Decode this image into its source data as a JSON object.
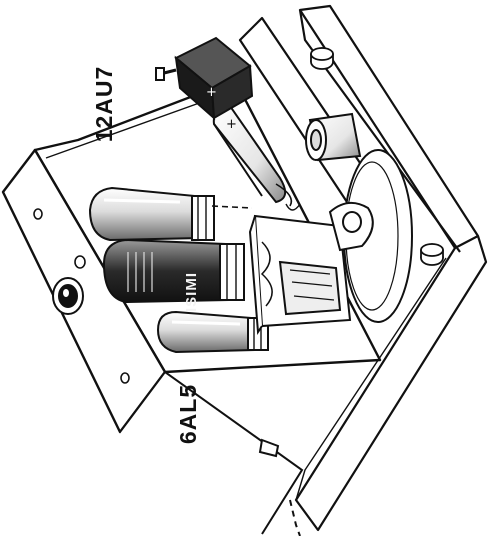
{
  "labels": {
    "tube_upper": "12AU7",
    "tube_lower": "6AL5",
    "center_tube_brand": "ISIMI"
  },
  "polarity": {
    "block_battery": "+",
    "cylinder_battery": "+"
  },
  "colors": {
    "ink": "#111111",
    "paper": "#ffffff",
    "battery_block": "#1a1a1a"
  }
}
